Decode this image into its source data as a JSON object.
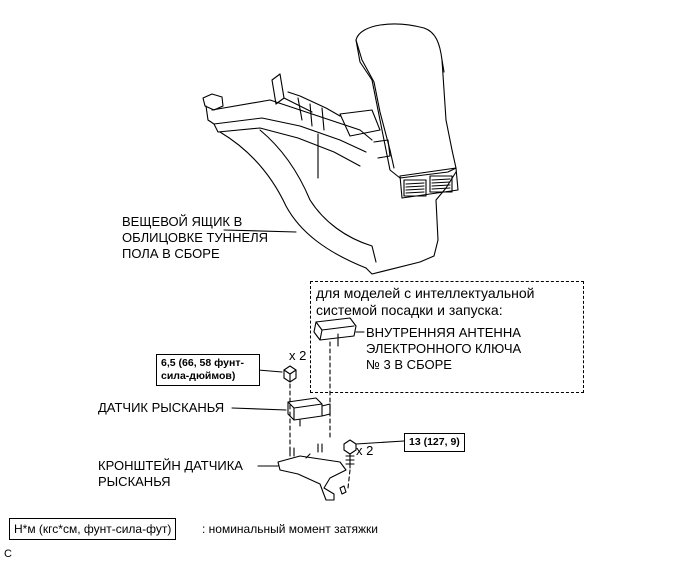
{
  "labels": {
    "console_box": "ВЕЩЕВОЙ ЯЩИК В\nОБЛИЦОВКЕ ТУННЕЛЯ\nПОЛА В СБОРЕ",
    "note_models": "для моделей с интеллектуальной\nсистемой посадки и запуска:",
    "antenna": "ВНУТРЕННЯЯ АНТЕННА\nЭЛЕКТРОННОГО КЛЮЧА\n№ 3 В СБОРЕ",
    "yaw_sensor": "ДАТЧИК РЫСКАНЬЯ",
    "bracket": "КРОНШТЕЙН ДАТЧИКА\nРЫСКАНЬЯ",
    "qty_nut": "x 2",
    "qty_bolt": "x 2",
    "corner_mark": "C"
  },
  "torques": {
    "nut_spec": "6,5 (66, 58 фунт-\nсила-дюймов)",
    "bolt_spec": "13 (127, 9)"
  },
  "legend": {
    "unit_box": "Н*м (кгс*см, фунт-сила-фут)",
    "description": ": номинальный момент затяжки"
  }
}
